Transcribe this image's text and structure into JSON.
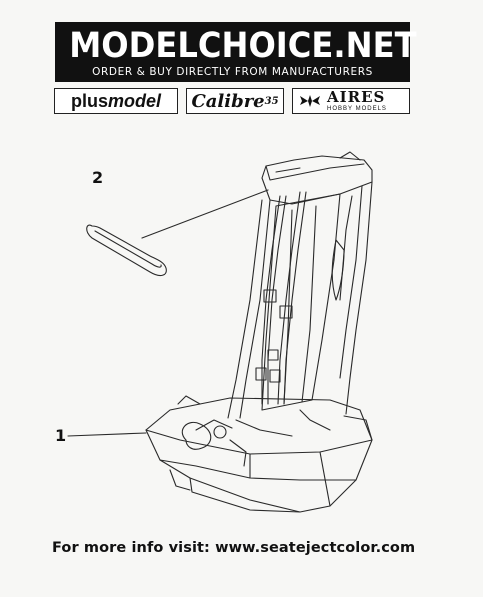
{
  "header": {
    "title": "MODELCHOICE.NET",
    "subtitle": "ORDER & BUY DIRECTLY FROM MANUFACTURERS"
  },
  "logos": {
    "plusmodel": {
      "part1": "plus",
      "part2": "model"
    },
    "calibre": {
      "name": "Calibre",
      "number": "35"
    },
    "aires": {
      "name": "AIRES",
      "sub": "HOBBY MODELS"
    }
  },
  "parts": [
    {
      "number": "2"
    },
    {
      "number": "1"
    }
  ],
  "footer": {
    "text": "For more info visit: www.seatejectcolor.com"
  }
}
